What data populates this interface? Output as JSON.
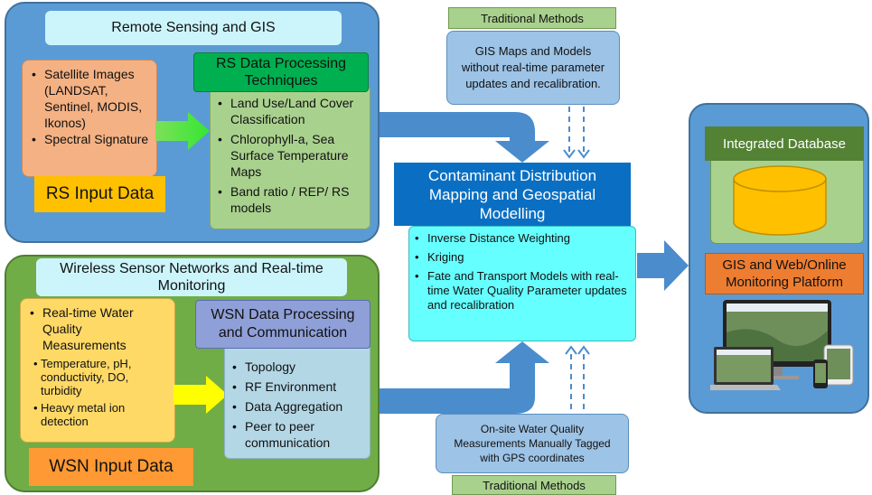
{
  "rs": {
    "title": "Remote Sensing and GIS",
    "input_items": [
      "Satellite Images (LANDSAT, Sentinel, MODIS, Ikonos)",
      "Spectral Signature"
    ],
    "input_label": "RS Input Data",
    "processing_title": "RS Data Processing Techniques",
    "processing_items": [
      "Land Use/Land Cover Classification",
      "Chlorophyll-a, Sea Surface Temperature Maps",
      "Band ratio / REP/ RS models"
    ]
  },
  "wsn": {
    "title": "Wireless Sensor Networks and Real-time Monitoring",
    "input_main": "Real-time Water Quality Measurements",
    "input_sub": [
      "Temperature, pH, conductivity, DO, turbidity",
      "Heavy metal ion detection"
    ],
    "input_label": "WSN Input Data",
    "processing_title": "WSN Data Processing and Communication",
    "processing_items": [
      "Topology",
      "RF Environment",
      "Data Aggregation",
      "Peer to peer communication"
    ]
  },
  "traditional_top": {
    "label": "Traditional Methods",
    "description": "GIS Maps and Models without real-time parameter updates and recalibration."
  },
  "traditional_bottom": {
    "label": "Traditional Methods",
    "description": "On-site Water Quality Measurements Manually Tagged with GPS coordinates"
  },
  "center": {
    "title": "Contaminant Distribution Mapping and Geospatial Modelling",
    "items": [
      "Inverse Distance Weighting",
      "Kriging",
      "Fate and Transport Models with real-time Water Quality Parameter updates and recalibration"
    ]
  },
  "right": {
    "database_title": "Integrated Database",
    "platform_title": "GIS and Web/Online Monitoring Platform"
  },
  "colors": {
    "rs_panel": "#5b9bd5",
    "wsn_panel": "#70ad47",
    "rs_input": "#f4b183",
    "wsn_input": "#ffd966",
    "rs_processing_header": "#00b050",
    "rs_processing_body": "#a9d18e",
    "wsn_processing_header": "#8f9fd8",
    "wsn_processing_body": "#b4d7e6",
    "input_label": "#ffc000",
    "wsn_input_label": "#ff9933",
    "title_box": "#ccf5fb",
    "center_header": "#0a6fc2",
    "center_body": "#66ffff",
    "traditional_label": "#a9d18e",
    "traditional_desc": "#9dc3e6",
    "flow_arrow": "#4a8ccc",
    "db_header": "#548235",
    "db_body": "#a9d18e",
    "db_cylinder": "#ffc000",
    "platform_header": "#ed7d31"
  }
}
